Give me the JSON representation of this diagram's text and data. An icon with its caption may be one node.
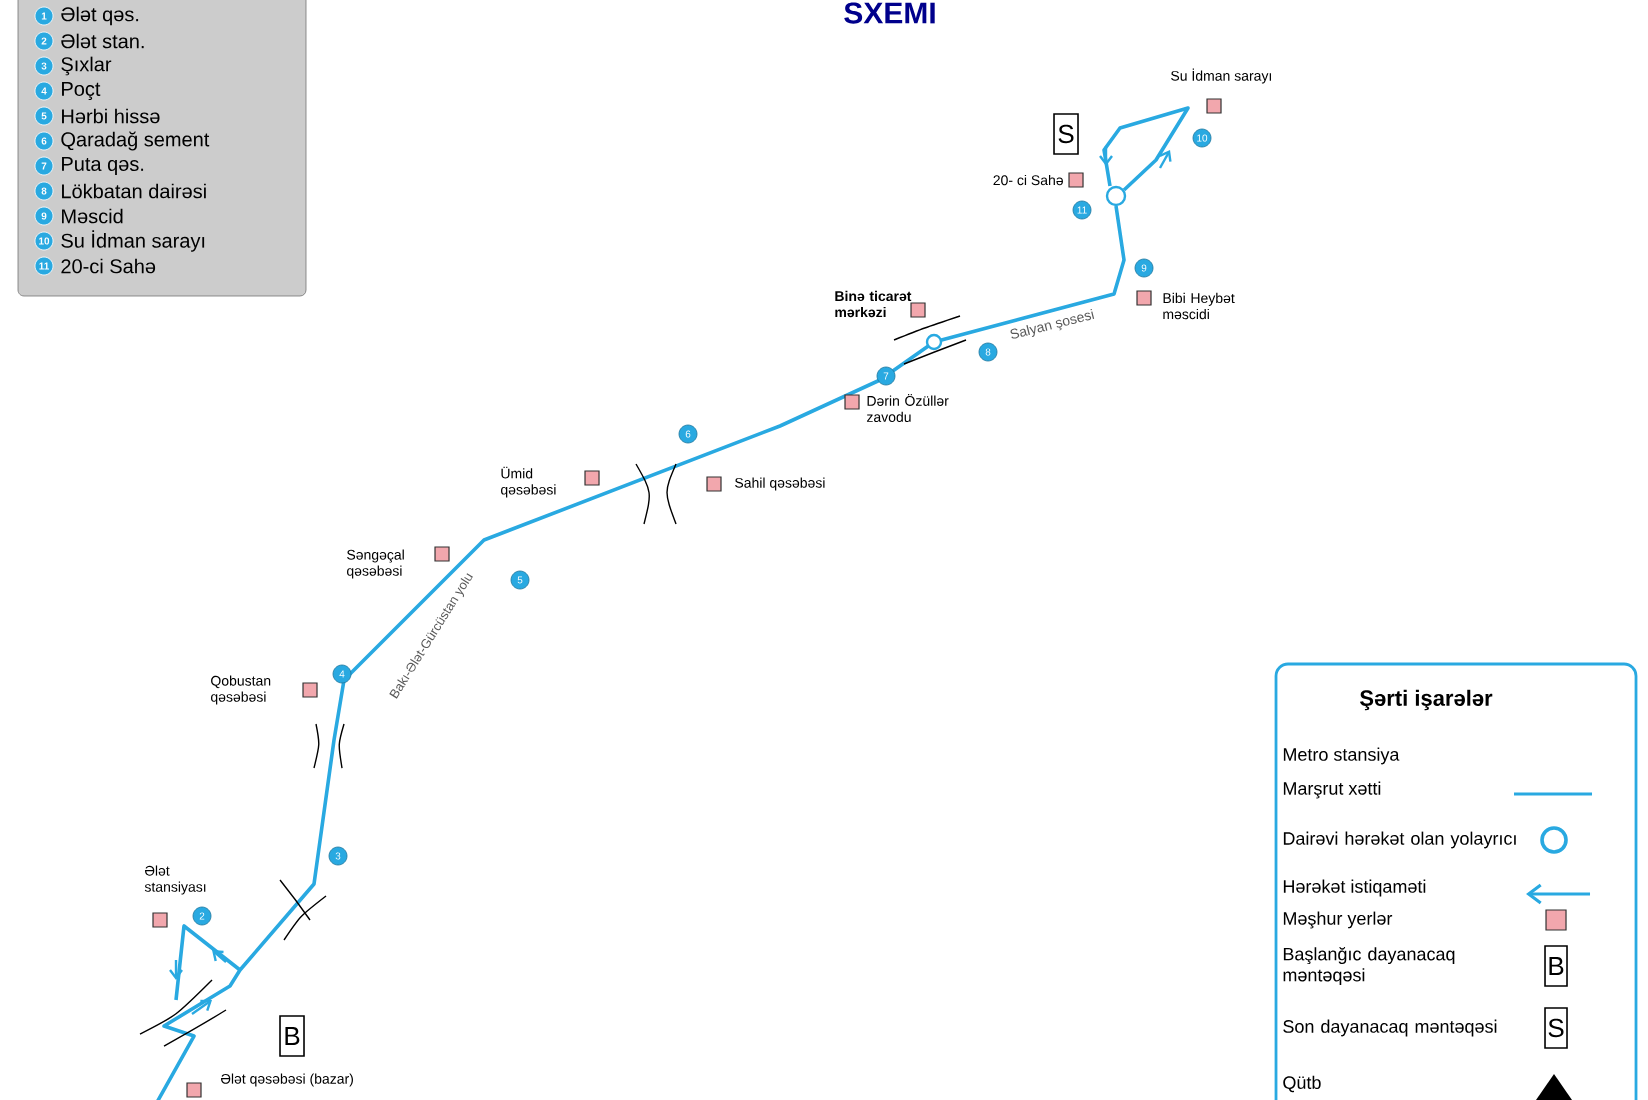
{
  "diagram": {
    "title": "SXEMI",
    "nodes": [
      {
        "text": [
          "1"
        ],
        "beside": [
          "Ələt qəs."
        ]
      },
      {
        "text": [
          "2"
        ],
        "beside": [
          "Ələt stan."
        ]
      },
      {
        "text": [
          "3"
        ],
        "beside": [
          "Şıxlar"
        ]
      },
      {
        "text": [
          "4"
        ],
        "beside": [
          "Poçt"
        ]
      },
      {
        "text": [
          "5"
        ],
        "beside": [
          "Hərbi hissə"
        ]
      },
      {
        "text": [
          "6"
        ],
        "beside": [
          "Qaradağ sement"
        ]
      },
      {
        "text": [
          "7"
        ],
        "beside": [
          "Puta qəs."
        ]
      },
      {
        "text": [
          "8"
        ],
        "beside": [
          "Lökbatan dairəsi"
        ]
      },
      {
        "text": [
          "9"
        ],
        "beside": [
          "Məscid"
        ]
      },
      {
        "text": [
          "10"
        ],
        "beside": [
          "Su İdman sarayı"
        ]
      },
      {
        "text": [
          "11"
        ],
        "beside": [
          "20-ci Sahə"
        ]
      },
      {
        "text": [
          "S"
        ]
      },
      {
        "text": [
          "10"
        ]
      },
      {
        "text": [
          "11"
        ]
      },
      {
        "text": [
          "9"
        ]
      },
      {
        "text": [
          "8"
        ]
      },
      {
        "text": [
          "7"
        ]
      },
      {
        "text": [
          "6"
        ]
      },
      {
        "text": [
          "5"
        ]
      },
      {
        "text": [
          "4"
        ]
      },
      {
        "text": [
          "3"
        ]
      },
      {
        "text": [
          "2"
        ]
      },
      {
        "text": [
          "B"
        ]
      },
      {
        "text": [
          "B"
        ]
      },
      {
        "text": [
          "S"
        ]
      }
    ],
    "labels": [
      "Su İdman sarayı",
      "20- ci Sahə",
      "Binə ticarət mərkəzi",
      "Bibi Heybət məscidi",
      "Salyan şosesi",
      "Dərin Özüllər zavodu",
      "Ümid qəsəbəsi",
      "Sahil qəsəbəsi",
      "Səngəçal qəsəbəsi",
      "Bakı-Ələt-Gürcüstan yolu",
      "Qobustan qəsəbəsi",
      "Ələt stansiyası",
      "Ələt qəsəbəsi (bazar)",
      "Şərti işarələr"
    ],
    "legend": [
      {
        "text": "Metro stansiya"
      },
      {
        "text": "Marşrut xətti"
      },
      {
        "text": "Dairəvi hərəkət olan yolayrıcı"
      },
      {
        "text": "Hərəkət istiqaməti"
      },
      {
        "text": "Məşhur yerlər",
        "color": "#f2a7ad"
      },
      {
        "text": "Başlanğıc dayanacaq məntəqəsi"
      },
      {
        "text": "Son dayanacaq məntəqəsi"
      },
      {
        "text": "Qütb"
      }
    ]
  }
}
